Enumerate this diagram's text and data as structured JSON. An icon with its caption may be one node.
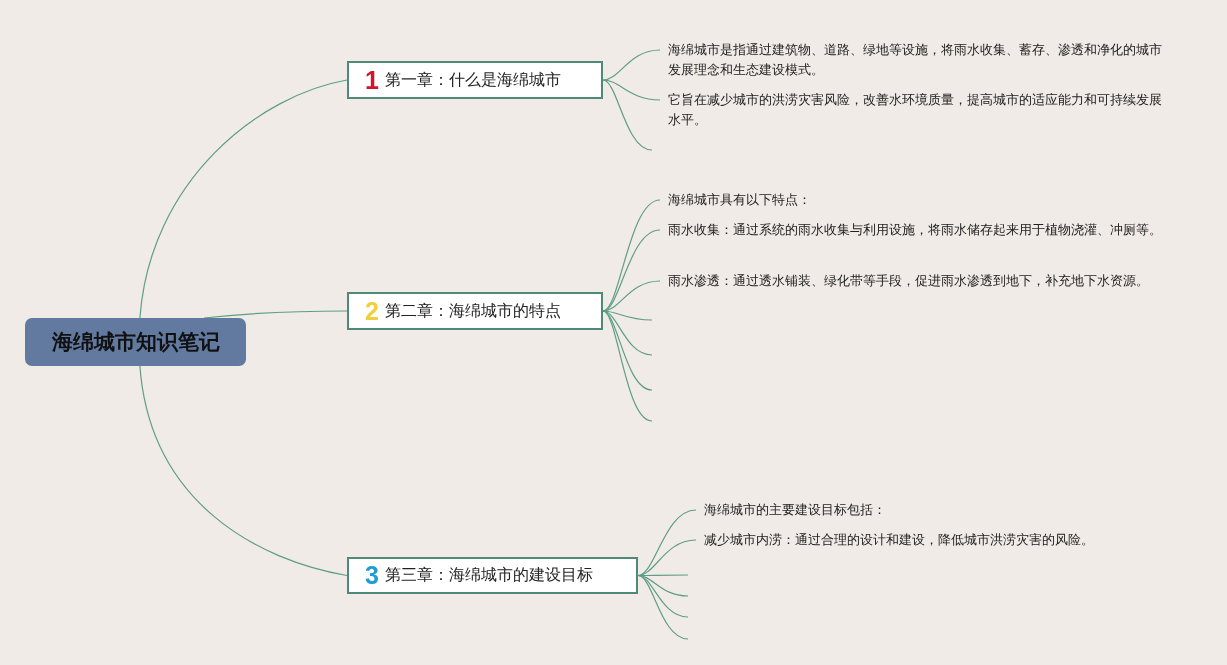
{
  "diagram": {
    "nodes": [
      {
        "text": [
          "海绵城市知识笔记"
        ]
      },
      {
        "text": [
          "1",
          "第一章：什么是海绵城市"
        ]
      },
      {
        "text": [
          "2",
          "第二章：海绵城市的特点"
        ]
      },
      {
        "text": [
          "3",
          "第三章：海绵城市的建设目标"
        ]
      },
      {
        "text": [
          "海绵城市是指通过建筑物、道路、绿地等设施，将雨水收集、蓄存、渗透和净化的城市发展理念和生态建设模式。"
        ]
      },
      {
        "text": [
          "它旨在减少城市的洪涝灾害风险，改善水环境质量，提高城市的适应能力和可持续发展水平。"
        ]
      },
      {
        "text": [
          "海绵城市具有以下特点："
        ]
      },
      {
        "text": [
          "雨水收集：通过系统的雨水收集与利用设施，将雨水储存起来用于植物浇灌、冲厕等。"
        ]
      },
      {
        "text": [
          "雨水渗透：通过透水铺装、绿化带等手段，促进雨水渗透到地下，补充地下水资源。"
        ]
      },
      {
        "text": [
          "海绵城市的主要建设目标包括："
        ]
      },
      {
        "text": [
          "减少城市内涝：通过合理的设计和建设，降低城市洪涝灾害的风险。"
        ]
      }
    ],
    "edges": [
      {
        "from": 0,
        "to": 1,
        "arrow": "none"
      },
      {
        "from": 0,
        "to": 2,
        "arrow": "none"
      },
      {
        "from": 0,
        "to": 3,
        "arrow": "none"
      },
      {
        "from": 1,
        "to": 4,
        "arrow": "none"
      },
      {
        "from": 1,
        "to": 5,
        "arrow": "none"
      },
      {
        "from": 1,
        "to": null,
        "arrow": "none"
      },
      {
        "from": 2,
        "to": 6,
        "arrow": "none"
      },
      {
        "from": 2,
        "to": 7,
        "arrow": "none"
      },
      {
        "from": 2,
        "to": 8,
        "arrow": "none"
      },
      {
        "from": 2,
        "to": null,
        "arrow": "none"
      },
      {
        "from": 2,
        "to": null,
        "arrow": "none"
      },
      {
        "from": 2,
        "to": null,
        "arrow": "none"
      },
      {
        "from": 2,
        "to": null,
        "arrow": "none"
      },
      {
        "from": 3,
        "to": 9,
        "arrow": "none"
      },
      {
        "from": 3,
        "to": 10,
        "arrow": "none"
      },
      {
        "from": 3,
        "to": null,
        "arrow": "none"
      },
      {
        "from": 3,
        "to": null,
        "arrow": "none"
      },
      {
        "from": 3,
        "to": null,
        "arrow": "none"
      },
      {
        "from": 3,
        "to": null,
        "arrow": "none"
      }
    ]
  }
}
